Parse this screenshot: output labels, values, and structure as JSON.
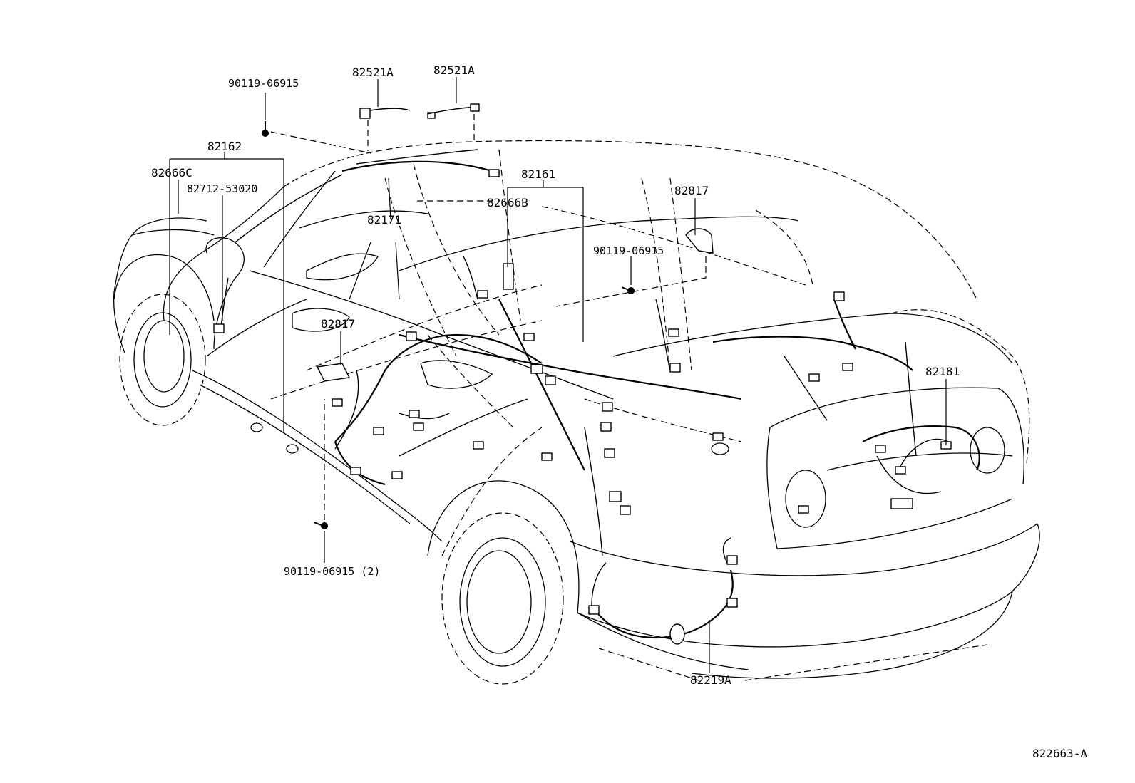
{
  "parts": {
    "bolt_roof": "90119-06915",
    "harness_roof_1": "82521A",
    "harness_roof_2": "82521A",
    "harness_82162": "82162",
    "protector_82666c": "82666C",
    "clamp_82712": "82712-53020",
    "harness_82161": "82161",
    "protector_82666b": "82666B",
    "harness_82171": "82171",
    "block_82817_rear": "82817",
    "bolt_center": "90119-06915",
    "block_82817_front": "82817",
    "harness_82181": "82181",
    "bolt_bottom": "90119-06915 (2)",
    "harness_82219a": "82219A"
  },
  "diagram_code": "822663-A"
}
